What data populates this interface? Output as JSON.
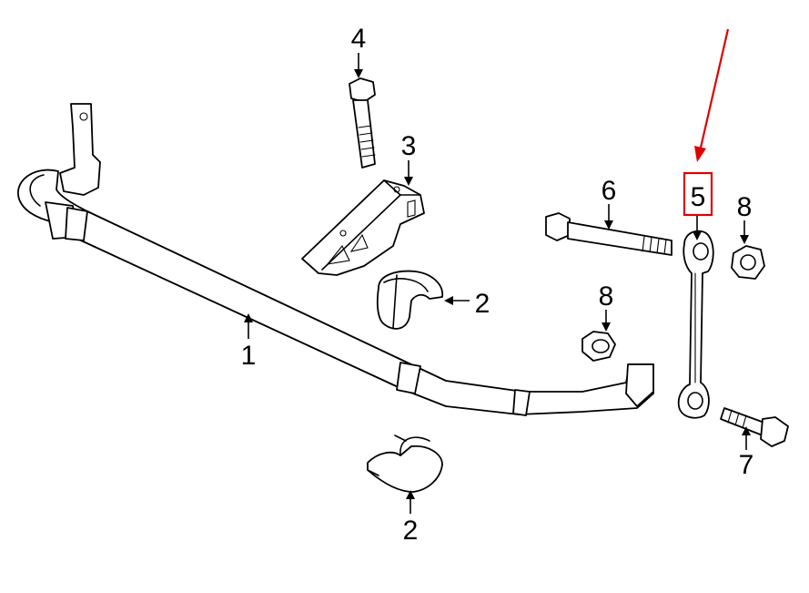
{
  "callouts": {
    "c1": "1",
    "c2a": "2",
    "c2b": "2",
    "c3": "3",
    "c4": "4",
    "c5": "5",
    "c6": "6",
    "c7": "7",
    "c8a": "8",
    "c8b": "8"
  },
  "highlight": {
    "part": "5",
    "color": "#e00000"
  },
  "colors": {
    "line": "#000000",
    "background": "#ffffff",
    "highlight": "#e00000"
  }
}
